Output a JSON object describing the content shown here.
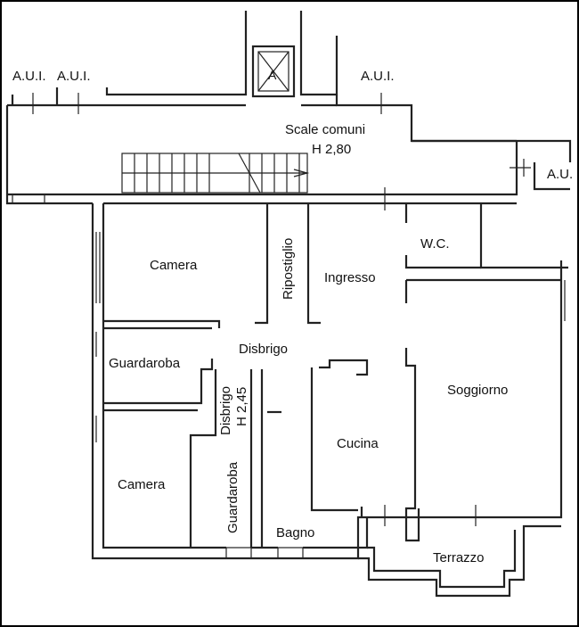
{
  "labels": {
    "aui_1": "A.U.I.",
    "aui_2": "A.U.I.",
    "aui_3": "A.U.I.",
    "aui_4": "A.U.",
    "elevator": "A",
    "stairs_title": "Scale comuni",
    "stairs_height": "H 2,80",
    "camera_1": "Camera",
    "ripostiglio": "Ripostiglio",
    "ingresso": "Ingresso",
    "wc": "W.C.",
    "disbrigo_1": "Disbrigo",
    "guardaroba_1": "Guardaroba",
    "disbrigo_2": "Disbrigo",
    "disbrigo_2_height": "H 2,45",
    "soggiorno": "Soggiorno",
    "cucina": "Cucina",
    "camera_2": "Camera",
    "guardaroba_2": "Guardaroba",
    "bagno": "Bagno",
    "terrazzo": "Terrazzo"
  }
}
